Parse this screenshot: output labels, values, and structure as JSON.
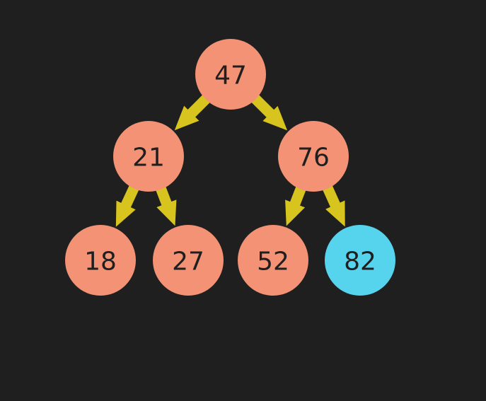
{
  "colors": {
    "background": "#1f1f1f",
    "node_default": "#f39274",
    "node_highlight": "#56d4ee",
    "edge": "#d7c41f",
    "label": "#1f1f1f"
  },
  "tree": {
    "nodes": [
      {
        "id": "n47",
        "label": "47",
        "state": "default"
      },
      {
        "id": "n21",
        "label": "21",
        "state": "default"
      },
      {
        "id": "n76",
        "label": "76",
        "state": "default"
      },
      {
        "id": "n18",
        "label": "18",
        "state": "default"
      },
      {
        "id": "n27",
        "label": "27",
        "state": "default"
      },
      {
        "id": "n52",
        "label": "52",
        "state": "default"
      },
      {
        "id": "n82",
        "label": "82",
        "state": "highlighted"
      }
    ],
    "edges": [
      {
        "from": "n47",
        "to": "n21"
      },
      {
        "from": "n47",
        "to": "n76"
      },
      {
        "from": "n21",
        "to": "n18"
      },
      {
        "from": "n21",
        "to": "n27"
      },
      {
        "from": "n76",
        "to": "n52"
      },
      {
        "from": "n76",
        "to": "n82"
      }
    ]
  }
}
